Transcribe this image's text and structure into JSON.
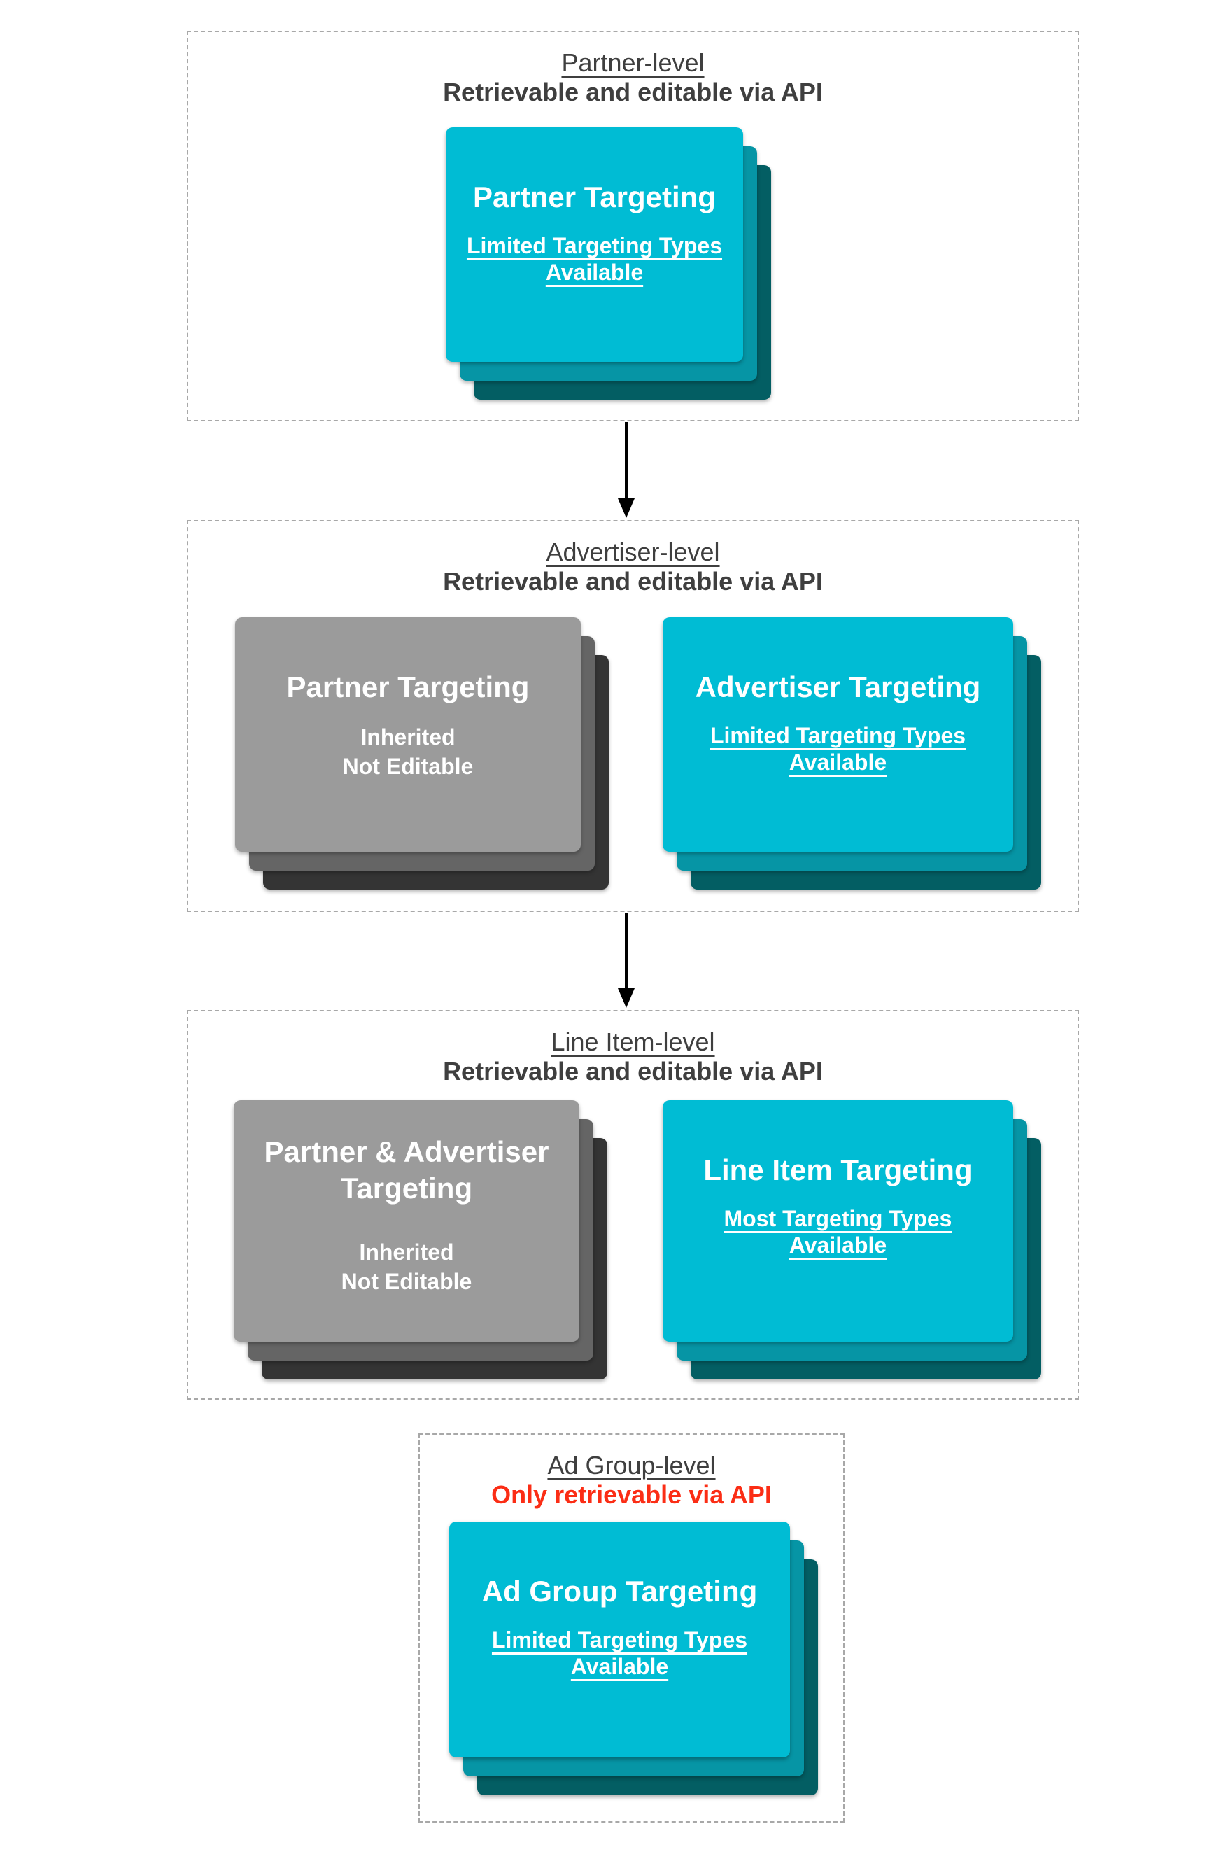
{
  "palette": {
    "cyan": "#00bcd4",
    "cyan_mid": "#0695a5",
    "cyan_dark": "#035e63",
    "gray": "#9b9b9b",
    "gray_mid": "#656565",
    "gray_dark": "#343434",
    "heading": "#3f3f3f",
    "red": "#fb2d15",
    "dash": "#a8a8a8",
    "card_text": "#ffffff",
    "arrow": "#000000",
    "bg": "#ffffff"
  },
  "sections": [
    {
      "id": "partner-level",
      "title": "Partner-level",
      "subtitle": "Retrievable and editable via API",
      "subtitle_style": "dark",
      "cards": [
        {
          "variant": "cyan",
          "title_lines": [
            "Partner Targeting"
          ],
          "body_lines": [
            "Limited Targeting Types",
            "Available"
          ],
          "body_underlined": true
        }
      ]
    },
    {
      "id": "advertiser-level",
      "title": "Advertiser-level",
      "subtitle": "Retrievable and editable via API",
      "subtitle_style": "dark",
      "cards": [
        {
          "variant": "gray",
          "title_lines": [
            "Partner Targeting"
          ],
          "body_lines": [
            "Inherited",
            "Not Editable"
          ],
          "body_underlined": false
        },
        {
          "variant": "cyan",
          "title_lines": [
            "Advertiser Targeting"
          ],
          "body_lines": [
            "Limited Targeting Types",
            "Available"
          ],
          "body_underlined": true
        }
      ]
    },
    {
      "id": "line-item-level",
      "title": "Line Item-level",
      "subtitle": "Retrievable and editable via API",
      "subtitle_style": "dark",
      "cards": [
        {
          "variant": "gray",
          "title_lines": [
            "Partner & Advertiser",
            "Targeting"
          ],
          "body_lines": [
            "Inherited",
            "Not Editable"
          ],
          "body_underlined": false
        },
        {
          "variant": "cyan",
          "title_lines": [
            "Line Item Targeting"
          ],
          "body_lines": [
            "Most Targeting Types",
            "Available"
          ],
          "body_underlined": true
        }
      ]
    },
    {
      "id": "ad-group-level",
      "title": "Ad Group-level",
      "subtitle": "Only retrievable via API",
      "subtitle_style": "red",
      "cards": [
        {
          "variant": "cyan",
          "title_lines": [
            "Ad Group Targeting"
          ],
          "body_lines": [
            "Limited Targeting Types",
            "Available"
          ],
          "body_underlined": true
        }
      ]
    }
  ]
}
